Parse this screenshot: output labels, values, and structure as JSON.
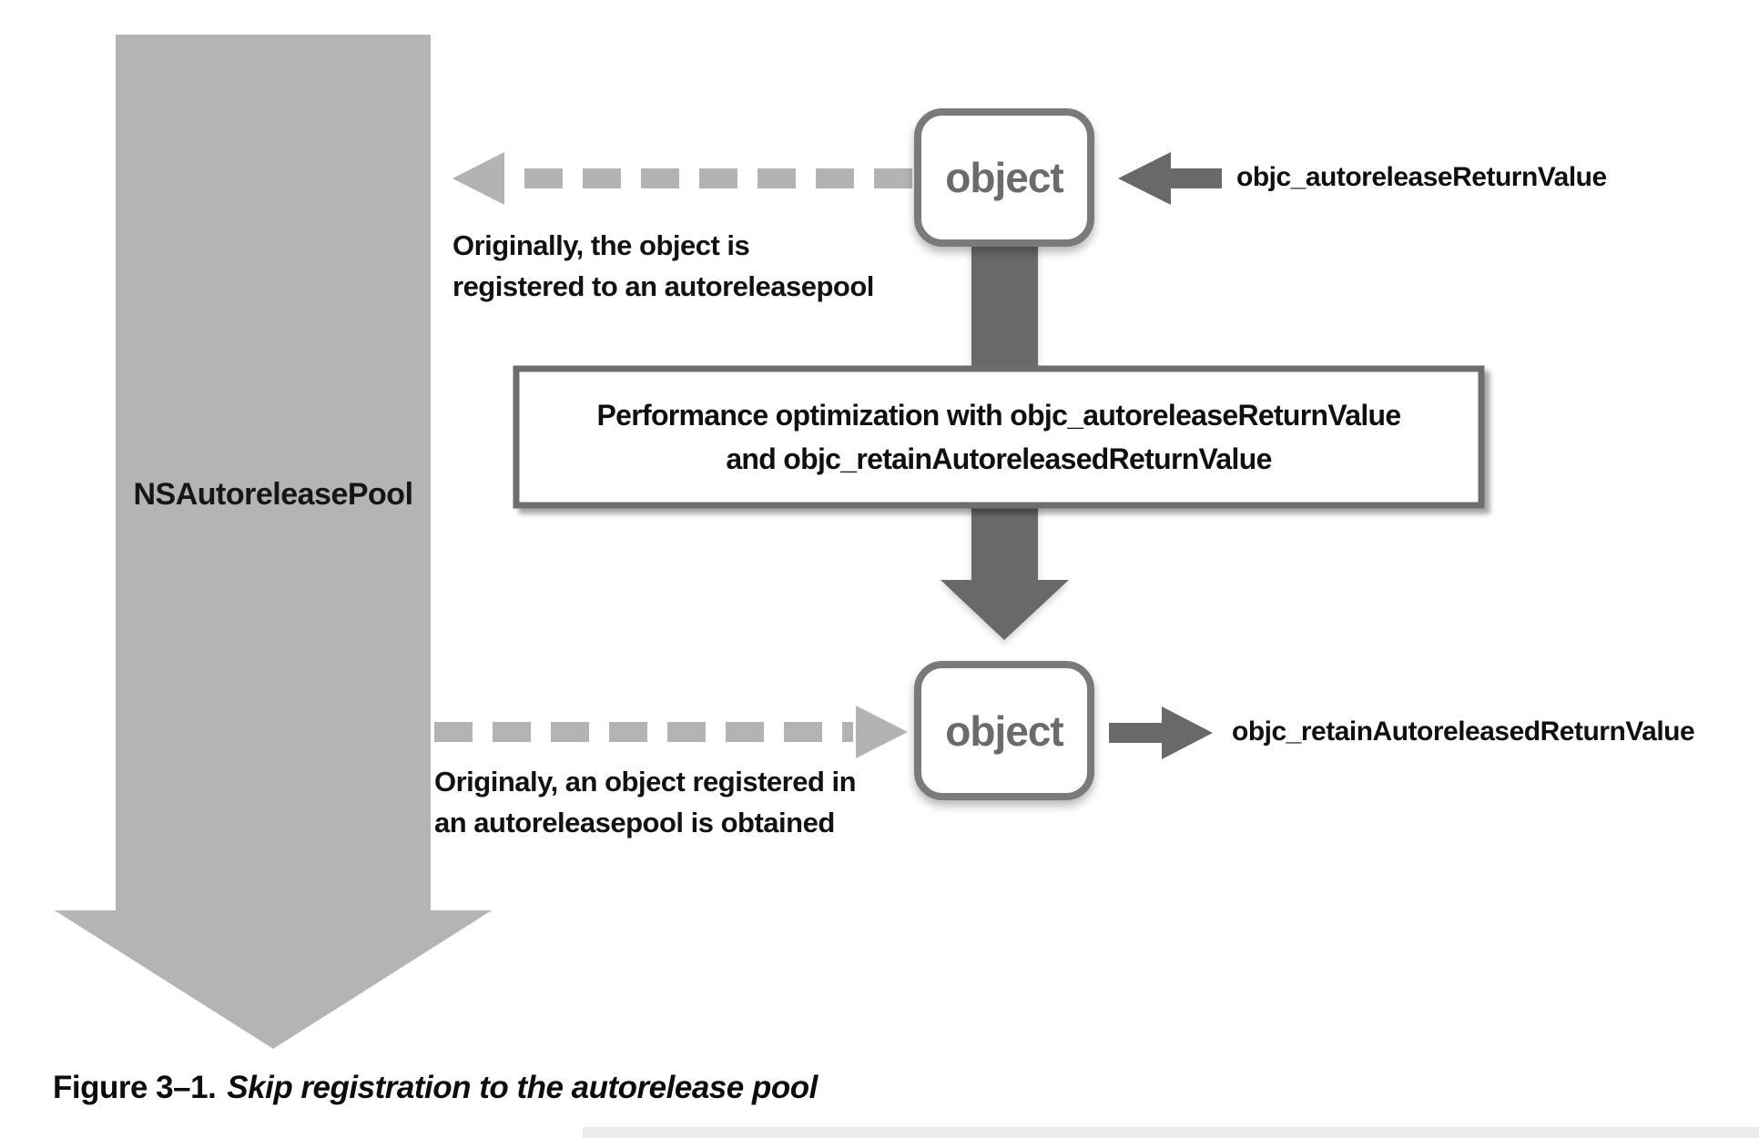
{
  "figure": {
    "caption_prefix": "Figure 3–1.",
    "caption_text": "Skip registration to the autorelease pool"
  },
  "diagram": {
    "pool_label": "NSAutoreleasePool",
    "top_object_label": "object",
    "bottom_object_label": "object",
    "top_function_label": "objc_autoreleaseReturnValue",
    "bottom_function_label": "objc_retainAutoreleasedReturnValue",
    "center_box": {
      "line1": "Performance optimization with objc_autoreleaseReturnValue",
      "line2": "and objc_retainAutoreleasedReturnValue"
    },
    "top_note": {
      "line1": "Originally, the object is",
      "line2": "registered to an autoreleasepool"
    },
    "bottom_note": {
      "line1": "Originaly, an object registered in",
      "line2": "an autoreleasepool is obtained"
    },
    "colors": {
      "pool_arrow_gray": "#b4b4b4",
      "dashed_arrow_gray": "#b3b3b3",
      "solid_arrow_dark_gray": "#696969",
      "object_box_border": "#7a7a7a",
      "center_box_border": "#6e6e6e",
      "object_label_gray": "#6b6b6b",
      "text_black": "#121212",
      "background": "#ffffff"
    }
  }
}
